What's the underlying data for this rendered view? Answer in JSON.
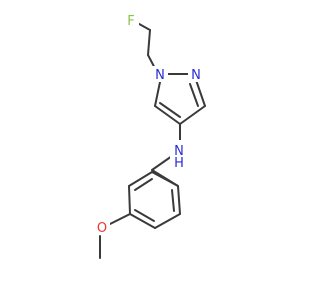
{
  "molecule": {
    "atom_labels": {
      "fluorine": "F",
      "n1": "N",
      "n2": "N",
      "amine_n": "N",
      "amine_h": "H",
      "oxygen": "O"
    },
    "colors": {
      "bond": "#3a3a3a",
      "fluorine": "#8bc34a",
      "nitrogen": "#2b2bd9",
      "oxygen": "#e53935",
      "hydrogen": "#2b2bd9"
    }
  }
}
